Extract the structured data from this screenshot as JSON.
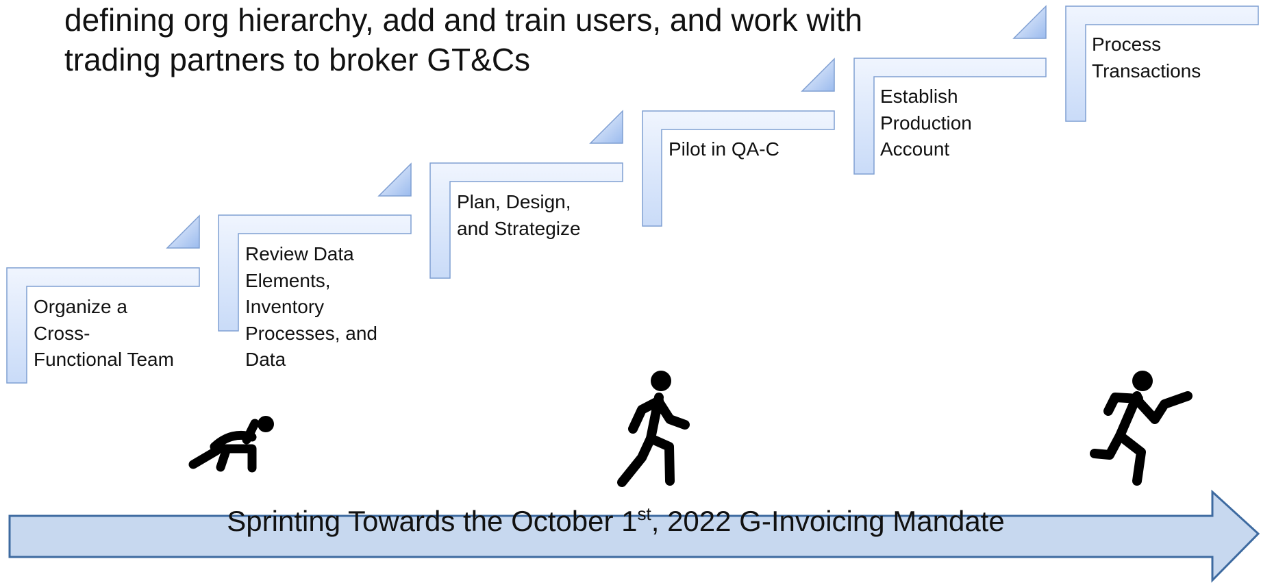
{
  "intro": {
    "line1": "defining org hierarchy, add and train users, and work with",
    "line2": "trading partners to broker GT&Cs"
  },
  "steps": [
    {
      "label": "Organize a\nCross-\nFunctional Team"
    },
    {
      "label": "Review Data\nElements,\nInventory\nProcesses, and\nData"
    },
    {
      "label": "Plan, Design,\nand Strategize"
    },
    {
      "label": "Pilot in QA-C"
    },
    {
      "label": "Establish\nProduction\nAccount"
    },
    {
      "label": "Process\nTransactions"
    }
  ],
  "figures": [
    "crouching-runner-icon",
    "walking-person-icon",
    "running-person-icon"
  ],
  "banner": {
    "text_before": "Sprinting Towards the October 1",
    "superscript": "st",
    "text_after": ", 2022 G-Invoicing Mandate"
  },
  "colors": {
    "step_fill_light": "#e4ecfb",
    "step_fill_dark": "#a9c4f2",
    "step_outline": "#7f9fd2",
    "banner_fill": "#c7d8ef",
    "banner_outline": "#3d6aa0",
    "figure": "#000000"
  }
}
